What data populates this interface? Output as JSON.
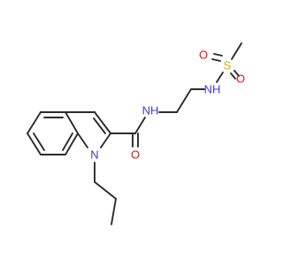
{
  "molecule": {
    "bond_color": "#2b2b2b",
    "colors": {
      "N": "#3b3bd6",
      "O": "#e8101a",
      "S": "#c9b200"
    },
    "atoms": {
      "s": {
        "text": "S",
        "element": "S"
      },
      "o1": {
        "text": "O",
        "element": "O"
      },
      "o2": {
        "text": "O",
        "element": "O"
      },
      "nh1": {
        "text": "NH",
        "element": "N"
      },
      "nh2": {
        "text": "NH",
        "element": "N"
      },
      "n1": {
        "text": "N",
        "element": "N"
      },
      "o3": {
        "text": "O",
        "element": "O"
      }
    }
  }
}
